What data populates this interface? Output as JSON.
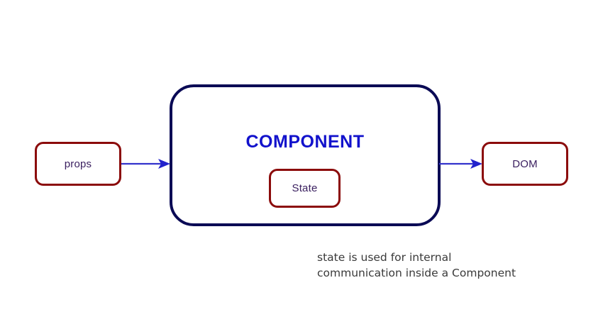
{
  "diagram": {
    "title": "React component data flow diagram",
    "colors": {
      "box_border_red": "#8B0B0B",
      "component_border_navy": "#0A0A55",
      "component_title_blue": "#1212CC",
      "node_label_purple": "#3B2060",
      "arrow_blue": "#3333CC",
      "caption_gray": "#3A3A3A",
      "background": "#FFFFFF"
    },
    "nodes": {
      "props": {
        "label": "props"
      },
      "component": {
        "label": "COMPONENT"
      },
      "state": {
        "label": "State"
      },
      "dom": {
        "label": "DOM"
      }
    },
    "arrows": [
      {
        "name": "props-to-component",
        "from": "props",
        "to": "component",
        "direction": "right"
      },
      {
        "name": "component-to-dom",
        "from": "component",
        "to": "dom",
        "direction": "right"
      }
    ],
    "caption": "state is used for internal\ncommunication inside a Component"
  }
}
